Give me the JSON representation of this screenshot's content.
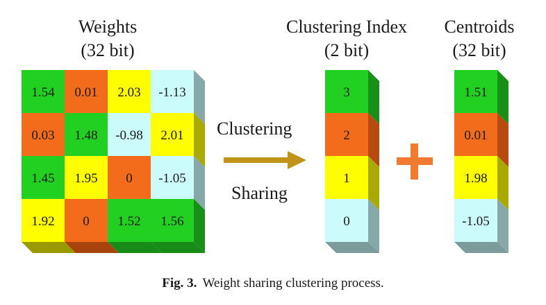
{
  "weights": {
    "title": "Weights",
    "subtitle": "(32 bit)",
    "cells": [
      [
        {
          "v": "1.54",
          "c": "green"
        },
        {
          "v": "0.01",
          "c": "orange"
        },
        {
          "v": "2.03",
          "c": "yellow"
        },
        {
          "v": "-1.13",
          "c": "cyan"
        }
      ],
      [
        {
          "v": "0.03",
          "c": "orange"
        },
        {
          "v": "1.48",
          "c": "green"
        },
        {
          "v": "-0.98",
          "c": "cyan"
        },
        {
          "v": "2.01",
          "c": "yellow"
        }
      ],
      [
        {
          "v": "1.45",
          "c": "green"
        },
        {
          "v": "1.95",
          "c": "yellow"
        },
        {
          "v": "0",
          "c": "orange"
        },
        {
          "v": "-1.05",
          "c": "cyan"
        }
      ],
      [
        {
          "v": "1.92",
          "c": "yellow"
        },
        {
          "v": "0",
          "c": "orange"
        },
        {
          "v": "1.52",
          "c": "green"
        },
        {
          "v": "1.56",
          "c": "green"
        }
      ]
    ]
  },
  "arrow": {
    "top_label": "Clustering",
    "bottom_label": "Sharing"
  },
  "index": {
    "title": "Clustering Index",
    "subtitle": "(2 bit)",
    "cells": [
      {
        "v": "3",
        "c": "green"
      },
      {
        "v": "2",
        "c": "orange"
      },
      {
        "v": "1",
        "c": "yellow"
      },
      {
        "v": "0",
        "c": "cyan"
      }
    ]
  },
  "plus_symbol": "+",
  "centroids": {
    "title": "Centroids",
    "subtitle": "(32 bit)",
    "cells": [
      {
        "v": "1.51",
        "c": "green"
      },
      {
        "v": "0.01",
        "c": "orange"
      },
      {
        "v": "1.98",
        "c": "yellow"
      },
      {
        "v": "-1.05",
        "c": "cyan"
      }
    ]
  },
  "caption": {
    "label": "Fig. 3.",
    "text": "Weight sharing clustering process."
  },
  "colors": {
    "green": {
      "face": "#22d022",
      "side": "#189018",
      "bottom": "#178a17"
    },
    "orange": {
      "face": "#f26c1c",
      "side": "#b64a10",
      "bottom": "#a9430e"
    },
    "yellow": {
      "face": "#fefe00",
      "side": "#a9a900",
      "bottom": "#9a9a00"
    },
    "cyan": {
      "face": "#ccfbfb",
      "side": "#86a8a8",
      "bottom": "#7c9b9b"
    },
    "arrow": "#c09418",
    "plus": "#f07a30"
  }
}
